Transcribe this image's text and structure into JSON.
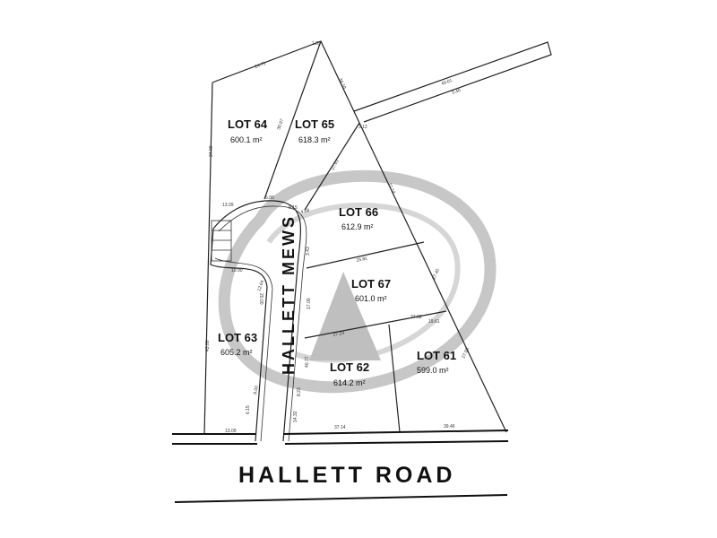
{
  "road": {
    "name": "HALLETT ROAD"
  },
  "street": {
    "name": "HALLETT MEWS"
  },
  "lots": [
    {
      "id": "64",
      "name": "LOT 64",
      "area": "600.1 m²"
    },
    {
      "id": "65",
      "name": "LOT 65",
      "area": "618.3 m²"
    },
    {
      "id": "66",
      "name": "LOT 66",
      "area": "612.9 m²"
    },
    {
      "id": "67",
      "name": "LOT 67",
      "area": "601.0 m²"
    },
    {
      "id": "63",
      "name": "LOT 63",
      "area": "605.2 m²"
    },
    {
      "id": "62",
      "name": "LOT 62",
      "area": "614.2 m²"
    },
    {
      "id": "61",
      "name": "LOT 61",
      "area": "599.0 m²"
    }
  ],
  "dimensions": {
    "d1": "24.75",
    "d2": "1.95",
    "d3": "34.00",
    "d4": "30.97",
    "d5": "34.10",
    "d6": "49.01",
    "d7": "5.40",
    "d8": "3.12",
    "d9": "27.93",
    "d10": "27.14",
    "d11": "5.00",
    "d12": "9.15",
    "d13": "4.68",
    "d14": "25.81",
    "d15": "3.43",
    "d16": "17.00",
    "d17": "27.24",
    "d18": "27.08",
    "d19": "19.61",
    "d20": "27.40",
    "d21": "13.09",
    "d22": "20.00",
    "d23": "43.00",
    "d24": "40.77",
    "d25": "8.23",
    "d26": "37.14",
    "d27": "39.46",
    "d28": "27.93",
    "d29": "13.09",
    "d30": "6.15",
    "d31": "14.32",
    "d32": "10.90",
    "d33": "8.00",
    "d34": "12.64"
  }
}
